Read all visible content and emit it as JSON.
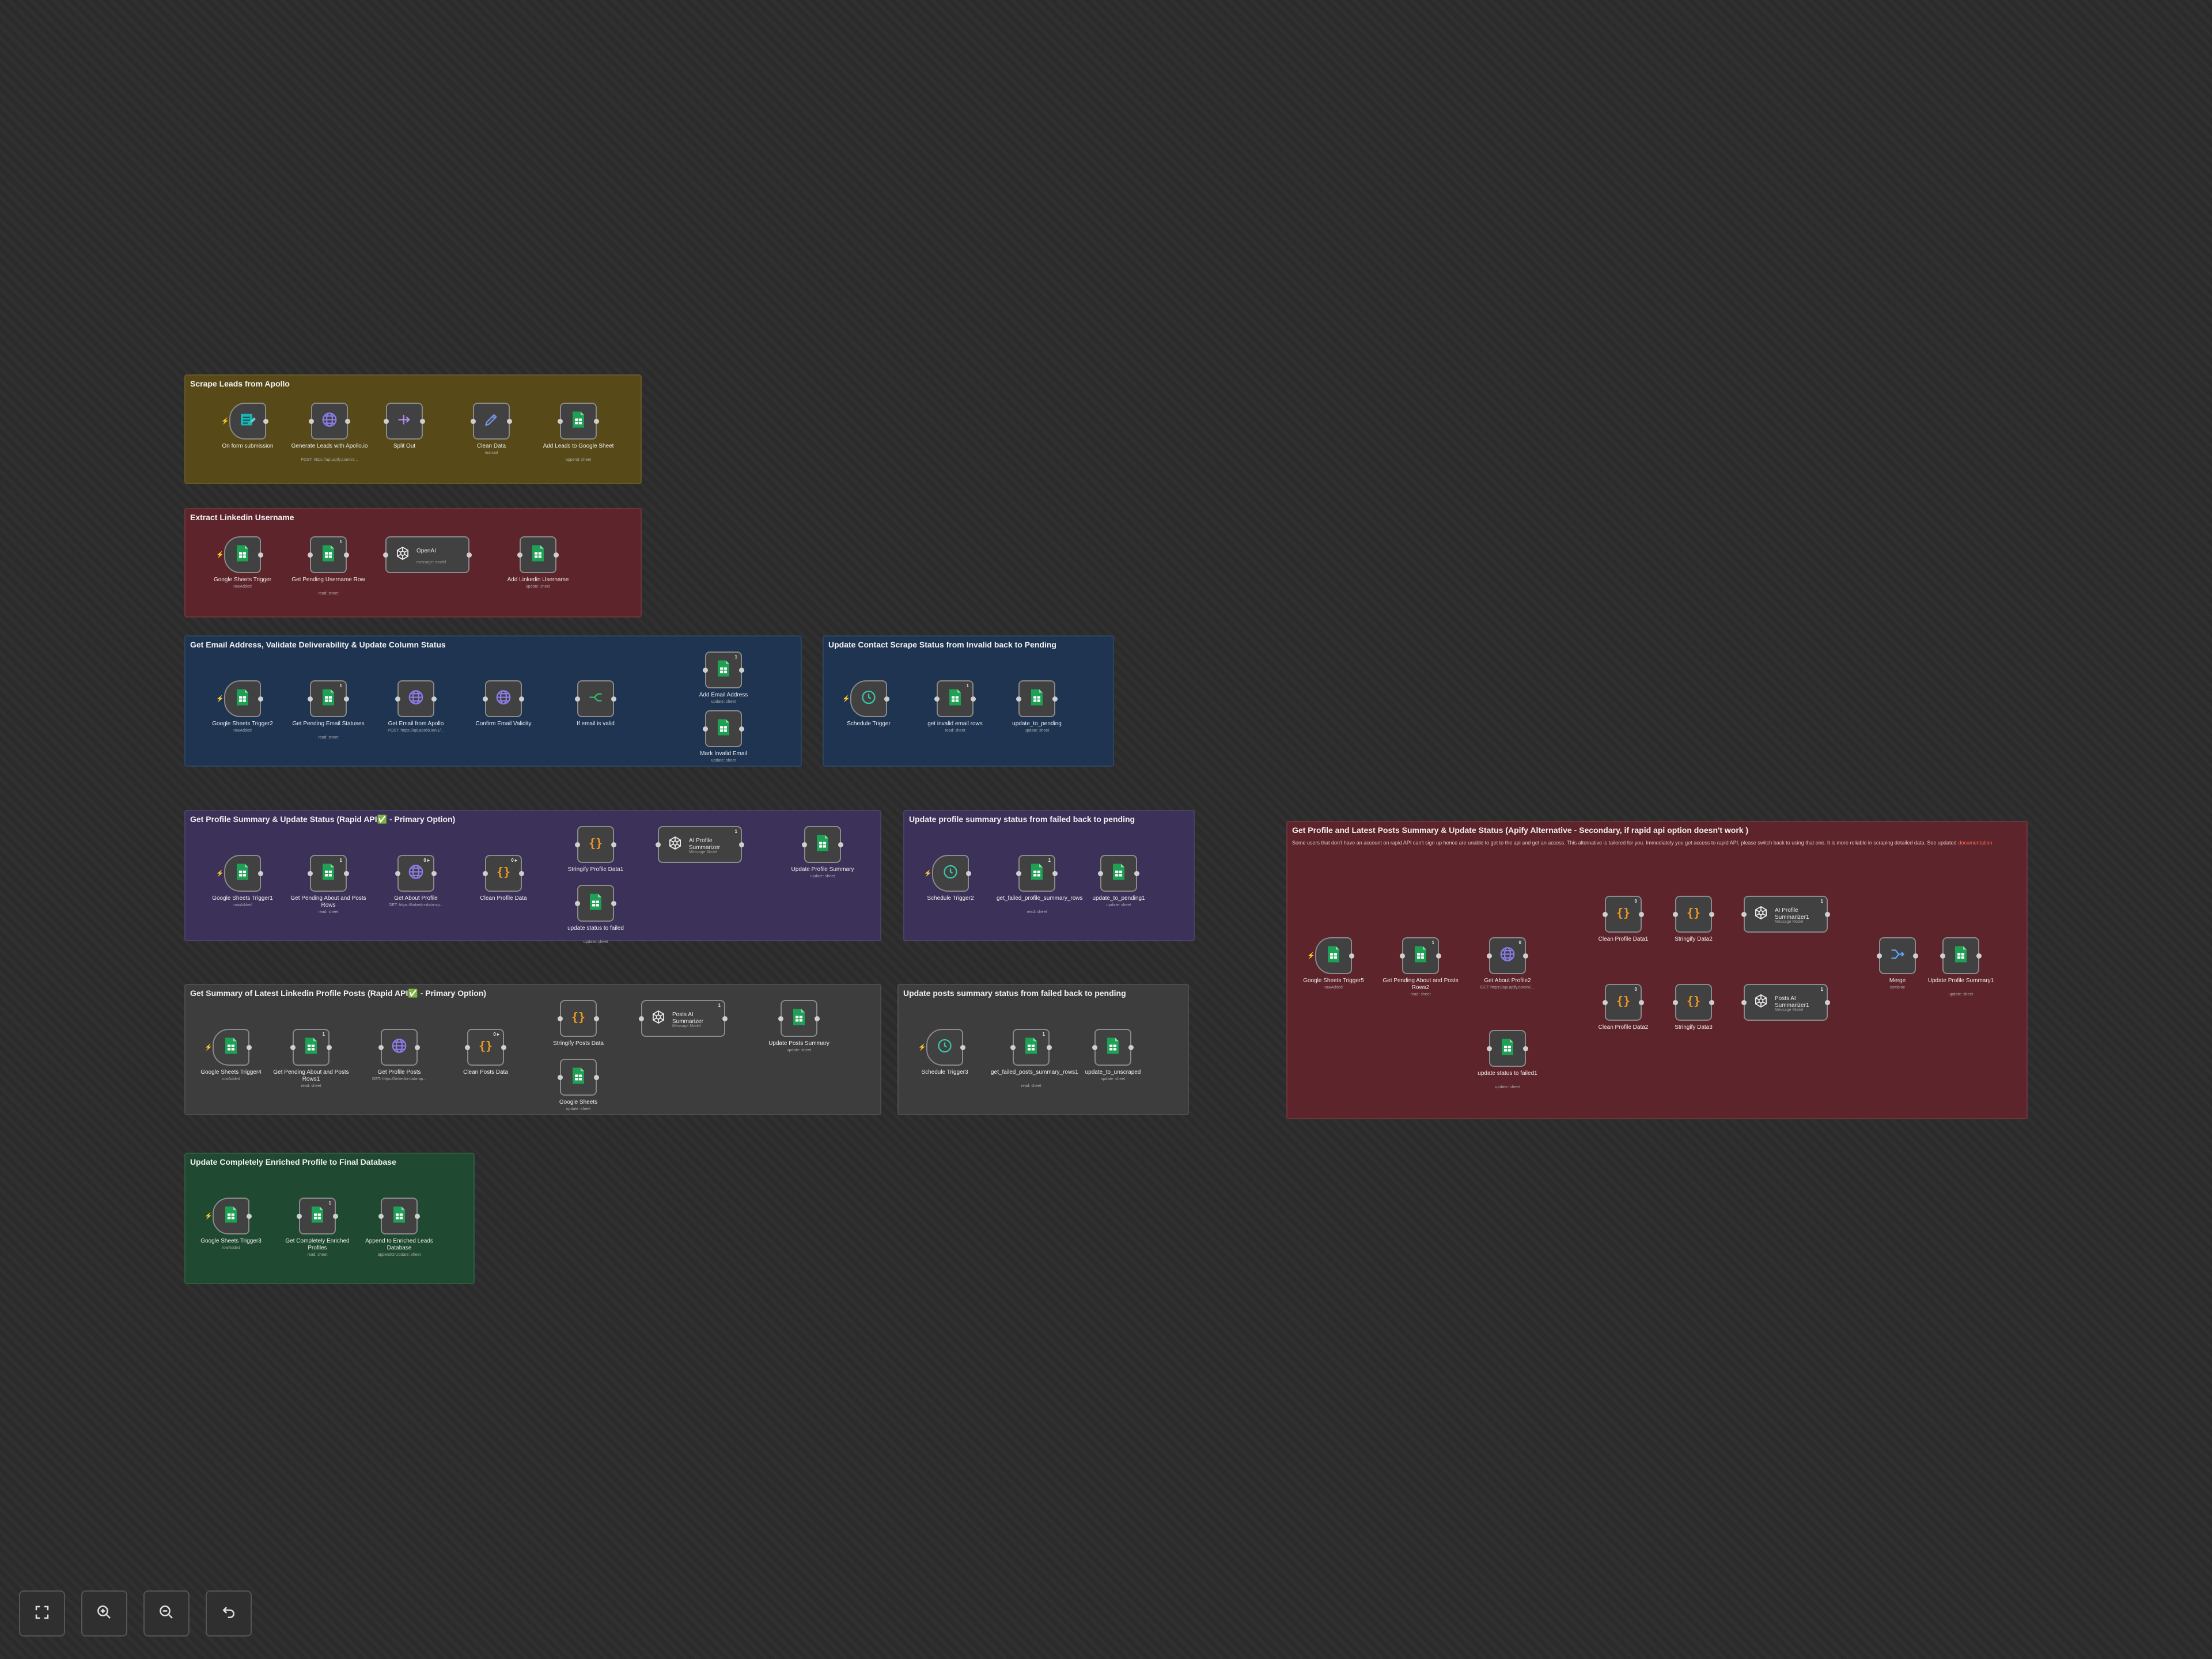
{
  "colors": {
    "trigger_bolt": "#ff6d5a",
    "sheets_green": "#1ea055",
    "code_orange": "#f29a25",
    "http_purple": "#8a7ce8",
    "schedule_teal": "#38c6a8"
  },
  "sections": [
    {
      "title": "Scrape Leads from Apollo",
      "nodes": [
        {
          "name": "On form submission",
          "sub": "",
          "icon": "form-trigger-icon"
        },
        {
          "name": "Generate Leads with Apollo.io",
          "sub": "POST: https://api.apify.com/v2...",
          "icon": "http-request-icon"
        },
        {
          "name": "Split Out",
          "sub": "",
          "icon": "split-out-icon"
        },
        {
          "name": "Clean Data",
          "sub": "manual",
          "icon": "edit-fields-icon"
        },
        {
          "name": "Add Leads to Google Sheet",
          "sub": "append: sheet",
          "icon": "google-sheets-icon"
        }
      ]
    },
    {
      "title": "Extract Linkedin Username",
      "nodes": [
        {
          "name": "Google Sheets Trigger",
          "sub": "rowAdded",
          "icon": "google-sheets-icon"
        },
        {
          "name": "Get Pending Username Row",
          "sub": "read: sheet",
          "icon": "google-sheets-icon",
          "badge": "1"
        },
        {
          "name": "OpenAI",
          "sub": "message: model",
          "icon": "openai-icon"
        },
        {
          "name": "Add Linkedin Username",
          "sub": "update: sheet",
          "icon": "google-sheets-icon"
        }
      ]
    },
    {
      "title": "Get Email Address, Validate Deliverability & Update Column Status",
      "nodes": [
        {
          "name": "Google Sheets Trigger2",
          "sub": "rowAdded",
          "icon": "google-sheets-icon"
        },
        {
          "name": "Get Pending Email Statuses",
          "sub": "read: sheet",
          "icon": "google-sheets-icon",
          "badge": "1"
        },
        {
          "name": "Get Email from Apollo",
          "sub": "POST: https://api.apollo.io/v1/...",
          "icon": "http-request-icon"
        },
        {
          "name": "Confirm Email Validity",
          "sub": "",
          "icon": "http-request-icon"
        },
        {
          "name": "If email is valid",
          "sub": "",
          "icon": "if-icon"
        },
        {
          "name": "Add Email Address",
          "sub": "update: sheet",
          "icon": "google-sheets-icon",
          "badge": "1"
        },
        {
          "name": "Mark Invalid Email",
          "sub": "update: sheet",
          "icon": "google-sheets-icon"
        }
      ]
    },
    {
      "title": "Update Contact Scrape Status from Invalid back to Pending",
      "nodes": [
        {
          "name": "Schedule Trigger",
          "sub": "",
          "icon": "schedule-icon"
        },
        {
          "name": "get invalid email rows",
          "sub": "read: sheet",
          "icon": "google-sheets-icon",
          "badge": "1"
        },
        {
          "name": "update_to_pending",
          "sub": "update: sheet",
          "icon": "google-sheets-icon"
        }
      ]
    },
    {
      "title": "Get Profile Summary & Update Status (Rapid API✅ - Primary Option)",
      "nodes": [
        {
          "name": "Google Sheets Trigger1",
          "sub": "rowAdded",
          "icon": "google-sheets-icon"
        },
        {
          "name": "Get Pending About and Posts Rows",
          "sub": "read: sheet",
          "icon": "google-sheets-icon",
          "badge": "1"
        },
        {
          "name": "Get About Profile",
          "sub": "GET: https://linkedin-data-ap...",
          "icon": "http-request-icon",
          "badge": "0 ▸"
        },
        {
          "name": "Clean Profile Data",
          "sub": "",
          "icon": "code-icon",
          "badge": "0 ▸"
        },
        {
          "name": "Stringify Profile Data1",
          "sub": "",
          "icon": "code-icon"
        },
        {
          "name": "AI Profile Summarizer",
          "sub": "Message Model",
          "icon": "openai-icon",
          "badge": "1"
        },
        {
          "name": "Update Profile Summary",
          "sub": "update: sheet",
          "icon": "google-sheets-icon"
        },
        {
          "name": "update status to failed",
          "sub": "update: sheet",
          "icon": "google-sheets-icon"
        }
      ]
    },
    {
      "title": "Update profile summary status from failed back to pending",
      "nodes": [
        {
          "name": "Schedule Trigger2",
          "sub": "",
          "icon": "schedule-icon"
        },
        {
          "name": "get_failed_profile_summary_rows",
          "sub": "read: sheet",
          "icon": "google-sheets-icon",
          "badge": "1"
        },
        {
          "name": "update_to_pending1",
          "sub": "update: sheet",
          "icon": "google-sheets-icon"
        }
      ]
    },
    {
      "title": "Get Summary of Latest Linkedin Profile Posts (Rapid API✅ - Primary Option)",
      "nodes": [
        {
          "name": "Google Sheets Trigger4",
          "sub": "rowAdded",
          "icon": "google-sheets-icon"
        },
        {
          "name": "Get Pending About and Posts Rows1",
          "sub": "read: sheet",
          "icon": "google-sheets-icon",
          "badge": "1"
        },
        {
          "name": "Get Profile Posts",
          "sub": "GET: https://linkedin-data-ap...",
          "icon": "http-request-icon"
        },
        {
          "name": "Clean Posts Data",
          "sub": "",
          "icon": "code-icon",
          "badge": "0 ▸"
        },
        {
          "name": "Stringify Posts Data",
          "sub": "",
          "icon": "code-icon"
        },
        {
          "name": "Posts AI Summarizer",
          "sub": "Message Model",
          "icon": "openai-icon",
          "badge": "1"
        },
        {
          "name": "Update Posts Summary",
          "sub": "update: sheet",
          "icon": "google-sheets-icon"
        },
        {
          "name": "Google Sheets",
          "sub": "update: sheet",
          "icon": "google-sheets-icon"
        }
      ]
    },
    {
      "title": "Update posts summary status from failed back to pending",
      "nodes": [
        {
          "name": "Schedule Trigger3",
          "sub": "",
          "icon": "schedule-icon"
        },
        {
          "name": "get_failed_posts_summary_rows1",
          "sub": "read: sheet",
          "icon": "google-sheets-icon",
          "badge": "1"
        },
        {
          "name": "update_to_unscraped",
          "sub": "update: sheet",
          "icon": "google-sheets-icon"
        }
      ]
    },
    {
      "title": "Get Profile and Latest Posts Summary & Update Status (Apify Alternative - Secondary, if rapid api option doesn't work )",
      "desc": "Some users that don't have an account on rapid API can't sign up hence are unable to get to the api and get an access. This alternative is tailored for you. Immediately you get access to rapid API, please switch back to using that one. It is more reliable in scraping detailed data. See updated",
      "desc_link": "documentation",
      "nodes": [
        {
          "name": "Google Sheets Trigger5",
          "sub": "rowAdded",
          "icon": "google-sheets-icon"
        },
        {
          "name": "Get Pending About and Posts Rows2",
          "sub": "read: sheet",
          "icon": "google-sheets-icon",
          "badge": "1"
        },
        {
          "name": "Get About Profile2",
          "sub": "GET: https://api.apify.com/v2...",
          "icon": "http-request-icon",
          "badge": "0"
        },
        {
          "name": "Clean Profile Data1",
          "sub": "",
          "icon": "code-icon",
          "badge": "0"
        },
        {
          "name": "Stringify Data2",
          "sub": "",
          "icon": "code-icon"
        },
        {
          "name": "AI Profile Summarizer1",
          "sub": "Message Model",
          "icon": "openai-icon",
          "badge": "1"
        },
        {
          "name": "Clean Profile Data2",
          "sub": "",
          "icon": "code-icon",
          "badge": "0"
        },
        {
          "name": "Stringify Data3",
          "sub": "",
          "icon": "code-icon"
        },
        {
          "name": "Posts AI Summarizer1",
          "sub": "Message Model",
          "icon": "openai-icon",
          "badge": "1"
        },
        {
          "name": "Merge",
          "sub": "combine",
          "icon": "merge-icon"
        },
        {
          "name": "Update Profile Summary1",
          "sub": "update: sheet",
          "icon": "google-sheets-icon"
        },
        {
          "name": "update status to failed1",
          "sub": "update: sheet",
          "icon": "google-sheets-icon"
        }
      ]
    },
    {
      "title": "Update Completely Enriched Profile to Final Database",
      "nodes": [
        {
          "name": "Google Sheets Trigger3",
          "sub": "rowAdded",
          "icon": "google-sheets-icon"
        },
        {
          "name": "Get Completely Enriched Profiles",
          "sub": "read: sheet",
          "icon": "google-sheets-icon",
          "badge": "1"
        },
        {
          "name": "Append to Enriched Leads Database",
          "sub": "appendOrUpdate: sheet",
          "icon": "google-sheets-icon"
        }
      ]
    }
  ],
  "controls": [
    {
      "label": "Fit to view",
      "icon": "fit-view-icon"
    },
    {
      "label": "Zoom in",
      "icon": "zoom-in-icon"
    },
    {
      "label": "Zoom out",
      "icon": "zoom-out-icon"
    },
    {
      "label": "Reset zoom",
      "icon": "reset-zoom-icon"
    }
  ]
}
